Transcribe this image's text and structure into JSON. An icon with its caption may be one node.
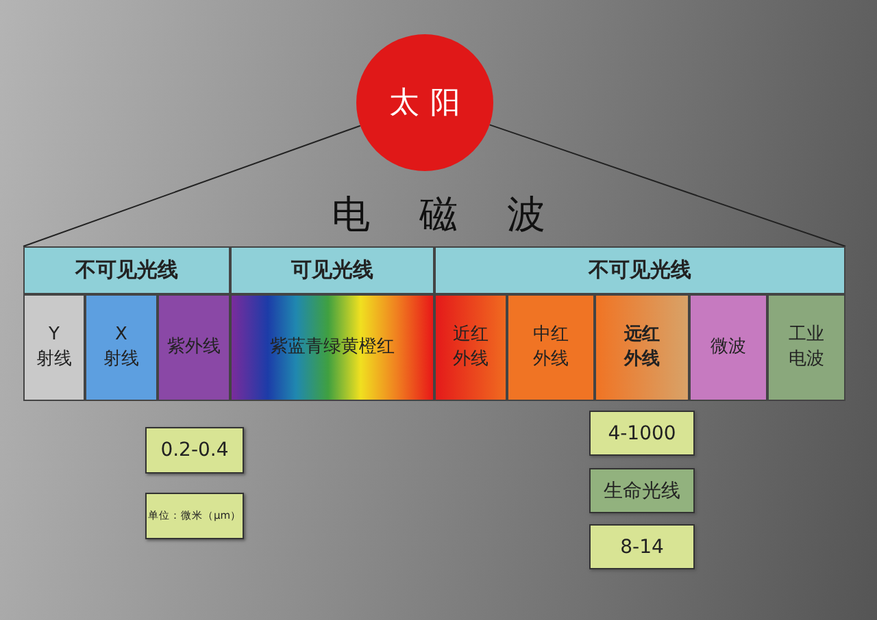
{
  "diagram": {
    "title": "电磁波",
    "nodes": [
      {
        "text": [
          "太阳"
        ]
      },
      {
        "text": [
          "不可见光线"
        ]
      },
      {
        "text": [
          "可见光线"
        ]
      },
      {
        "text": [
          "不可见光线"
        ]
      },
      {
        "text": [
          "Y 射线"
        ]
      },
      {
        "text": [
          "X 射线"
        ]
      },
      {
        "text": [
          "紫外线"
        ]
      },
      {
        "text": [
          "紫蓝青绿黄橙红"
        ]
      },
      {
        "text": [
          "近红外线"
        ]
      },
      {
        "text": [
          "中红外线"
        ]
      },
      {
        "text": [
          "远红外线"
        ]
      },
      {
        "text": [
          "微波"
        ]
      },
      {
        "text": [
          "工业电波"
        ]
      },
      {
        "text": [
          "0.2-0.4"
        ]
      },
      {
        "text": [
          "单位：微米（μm）"
        ]
      },
      {
        "text": [
          "4-1000"
        ]
      },
      {
        "text": [
          "生命光线"
        ]
      },
      {
        "text": [
          "8-14"
        ]
      }
    ],
    "edges": [
      {
        "from": 0,
        "to": 1,
        "arrow": "none"
      },
      {
        "from": 0,
        "to": 3,
        "arrow": "none"
      }
    ]
  }
}
